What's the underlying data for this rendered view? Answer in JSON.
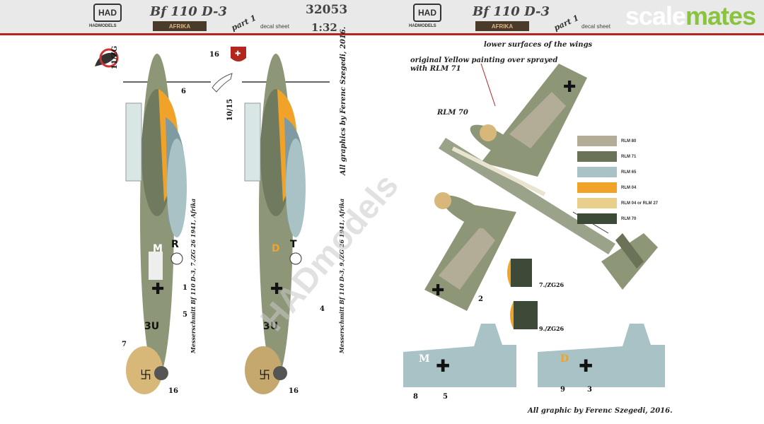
{
  "header": {
    "logo_text": "HAD",
    "brand_text": "HADMODELS",
    "title": "Bf 110 D-3",
    "afrika_text": "AFRIKA",
    "part_text": "part 1",
    "code": "32053",
    "sheet_text": "decal sheet",
    "scale": "1:32"
  },
  "watermark": {
    "scale_text": "scale",
    "mates_text": "mates",
    "diagonal_text": "HADmodels"
  },
  "left_page": {
    "profile1": {
      "unit_label": "11/ZG",
      "nums": [
        "6",
        "1",
        "5",
        "7",
        "16"
      ],
      "code_letters": "3U",
      "tail_letters": "MR",
      "caption": "Messerschmitt Bf 110 D-3, 7./ZG 26  1941, Afrika"
    },
    "profile2": {
      "unit_label": "10/15",
      "nums": [
        "16",
        "4",
        "16"
      ],
      "code_letters": "3U",
      "tail_letters": "DT",
      "caption": "Messerschmitt Bf 110 D-3, 9./ZG 26  1941, Afrika"
    },
    "credit_vertical": "All graphics by Ferenc Szegedi, 2016."
  },
  "right_page": {
    "lower_surfaces": "lower surfaces of the wings",
    "yellow_note": "original Yellow painting over sprayed with RLM 71",
    "rlm70_note": "RLM 70",
    "num_2": "2",
    "small_labels": [
      "7./ZG26",
      "9./ZG26"
    ],
    "wing_nums": [
      "8",
      "5",
      "9",
      "3"
    ],
    "wing_letters": [
      "M",
      "D"
    ],
    "credit": "All graphic by Ferenc Szegedi, 2016."
  },
  "legend": [
    {
      "label": "RLM 80",
      "color": "#b3ad97"
    },
    {
      "label": "RLM 71",
      "color": "#6a7257"
    },
    {
      "label": "RLM 65",
      "color": "#a8c2c5"
    },
    {
      "label": "RLM 04",
      "color": "#f0a328"
    },
    {
      "label": "RLM 04 or RLM 27",
      "color": "#e8d08c"
    },
    {
      "label": "RLM 70",
      "color": "#3e4a38"
    }
  ]
}
